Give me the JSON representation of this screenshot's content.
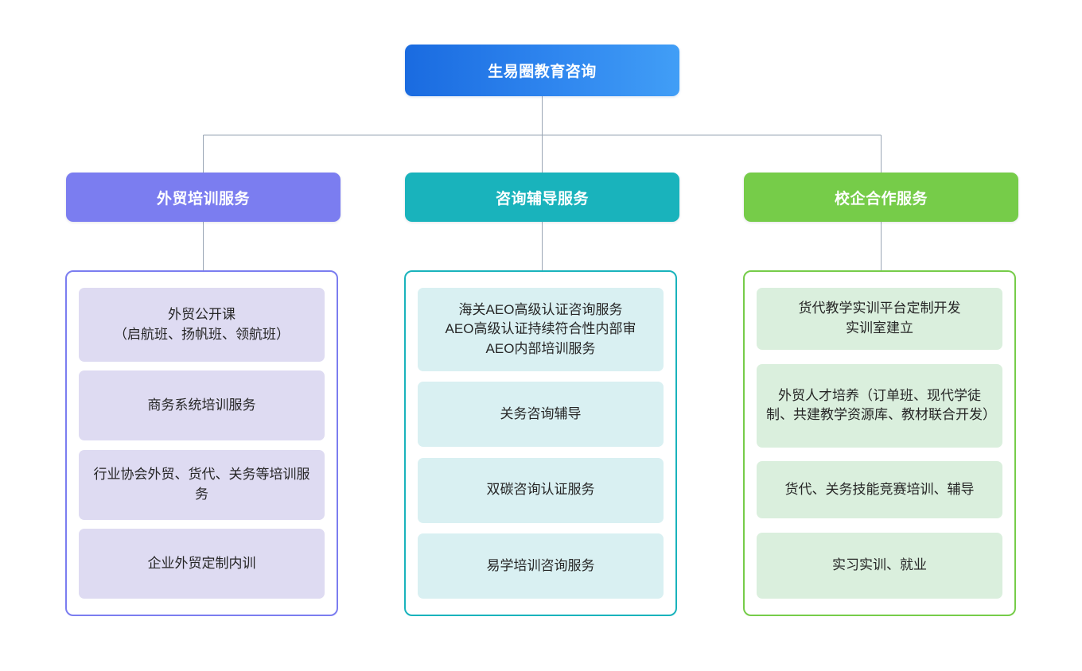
{
  "diagram": {
    "type": "org-chart",
    "orientation": "top-down",
    "root": {
      "label": "生易圈教育咨询",
      "color_start": "#1a6be0",
      "color_end": "#419ef6",
      "text_color": "#ffffff"
    },
    "connector_color": "#9aa6b5",
    "branches": [
      {
        "label": "外贸培训服务",
        "header_color": "#7b7df0",
        "border_color": "#7b7df0",
        "card_color": "#dedbf2",
        "items": [
          "外贸公开课\n（启航班、扬帆班、领航班）",
          "商务系统培训服务",
          "行业协会外贸、货代、关务等培训服务",
          "企业外贸定制内训"
        ]
      },
      {
        "label": "咨询辅导服务",
        "header_color": "#19b3bc",
        "border_color": "#19b3bc",
        "card_color": "#d9f0f2",
        "items": [
          "海关AEO高级认证咨询服务\nAEO高级认证持续符合性内部审\nAEO内部培训服务",
          "关务咨询辅导",
          "双碳咨询认证服务",
          "易学培训咨询服务"
        ]
      },
      {
        "label": "校企合作服务",
        "header_color": "#76cc49",
        "border_color": "#76cc49",
        "card_color": "#daefdd",
        "items": [
          "货代教学实训平台定制开发\n实训室建立",
          "外贸人才培养（订单班、现代学徒制、共建教学资源库、教材联合开发）",
          "货代、关务技能竞赛培训、辅导",
          "实习实训、就业"
        ]
      }
    ]
  }
}
